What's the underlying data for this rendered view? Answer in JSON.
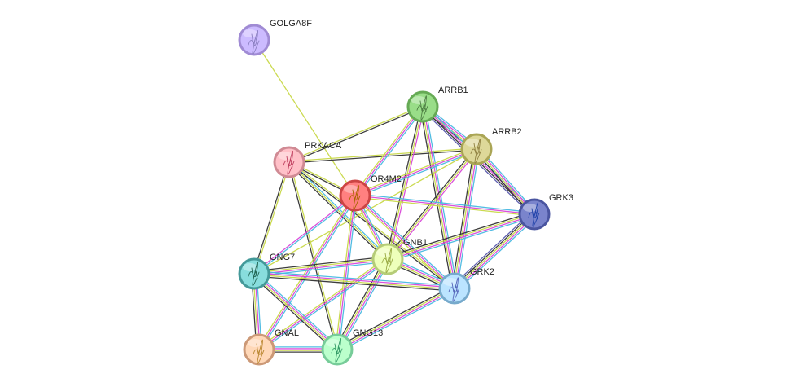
{
  "network": {
    "nodes": [
      {
        "id": "GOLGA8F",
        "label": "GOLGA8F",
        "fill": "#ccbbff",
        "stroke": "#a08bd4",
        "glyph": "#8a7fc0"
      },
      {
        "id": "ARRB1",
        "label": "ARRB1",
        "fill": "#99dd88",
        "stroke": "#66aa55",
        "glyph": "#4e7f44"
      },
      {
        "id": "ARRB2",
        "label": "ARRB2",
        "fill": "#ddd899",
        "stroke": "#aaa555",
        "glyph": "#8f8040"
      },
      {
        "id": "PRKACA",
        "label": "PRKACA",
        "fill": "#ffc0c8",
        "stroke": "#d08a94",
        "glyph": "#c04060"
      },
      {
        "id": "OR4M2",
        "label": "OR4M2",
        "fill": "#ff8080",
        "stroke": "#cc4444",
        "glyph": "#aa6600"
      },
      {
        "id": "GRK3",
        "label": "GRK3",
        "fill": "#7a84cc",
        "stroke": "#4a55a0",
        "glyph": "#2244aa"
      },
      {
        "id": "GNB1",
        "label": "GNB1",
        "fill": "#eeffbb",
        "stroke": "#b5cc77",
        "glyph": "#99aa44"
      },
      {
        "id": "GNG7",
        "label": "GNG7",
        "fill": "#88dddd",
        "stroke": "#449999",
        "glyph": "#226655"
      },
      {
        "id": "GRK2",
        "label": "GRK2",
        "fill": "#bbe4ff",
        "stroke": "#77aacc",
        "glyph": "#5566bb"
      },
      {
        "id": "GNAL",
        "label": "GNAL",
        "fill": "#ffd8b8",
        "stroke": "#cc9977",
        "glyph": "#bb8833"
      },
      {
        "id": "GNG13",
        "label": "GNG13",
        "fill": "#bbffcc",
        "stroke": "#77cc99",
        "glyph": "#339966"
      }
    ],
    "edges": [
      {
        "source": "GOLGA8F",
        "target": "OR4M2",
        "channels": [
          "#c8d848"
        ]
      },
      {
        "source": "PRKACA",
        "target": "ARRB1",
        "channels": [
          "#c8d848",
          "#333333"
        ]
      },
      {
        "source": "PRKACA",
        "target": "ARRB2",
        "channels": [
          "#c8d848",
          "#333333"
        ]
      },
      {
        "source": "PRKACA",
        "target": "OR4M2",
        "channels": [
          "#c8d848",
          "#333333"
        ]
      },
      {
        "source": "PRKACA",
        "target": "GNB1",
        "channels": [
          "#48b8e0",
          "#c8d848",
          "#333333"
        ]
      },
      {
        "source": "PRKACA",
        "target": "GNG7",
        "channels": [
          "#c8d848",
          "#333333"
        ]
      },
      {
        "source": "PRKACA",
        "target": "GNG13",
        "channels": [
          "#c8d848",
          "#333333"
        ]
      },
      {
        "source": "PRKACA",
        "target": "GRK2",
        "channels": [
          "#c8d848",
          "#333333"
        ]
      },
      {
        "source": "ARRB1",
        "target": "ARRB2",
        "channels": [
          "#48b8e0",
          "#d848d8",
          "#c8d848",
          "#333333"
        ]
      },
      {
        "source": "ARRB1",
        "target": "OR4M2",
        "channels": [
          "#48b8e0",
          "#d848d8",
          "#c8d848"
        ]
      },
      {
        "source": "ARRB1",
        "target": "GRK3",
        "channels": [
          "#48b8e0",
          "#d848d8",
          "#333333",
          "#5555aa"
        ]
      },
      {
        "source": "ARRB1",
        "target": "GNB1",
        "channels": [
          "#d848d8",
          "#c8d848",
          "#333333"
        ]
      },
      {
        "source": "ARRB1",
        "target": "GRK2",
        "channels": [
          "#48b8e0",
          "#d848d8",
          "#c8d848",
          "#333333"
        ]
      },
      {
        "source": "ARRB2",
        "target": "OR4M2",
        "channels": [
          "#48b8e0",
          "#d848d8",
          "#c8d848"
        ]
      },
      {
        "source": "ARRB2",
        "target": "GRK3",
        "channels": [
          "#48b8e0",
          "#d848d8",
          "#c8d848",
          "#333333"
        ]
      },
      {
        "source": "ARRB2",
        "target": "GNB1",
        "channels": [
          "#d848d8",
          "#c8d848",
          "#333333"
        ]
      },
      {
        "source": "ARRB2",
        "target": "GRK2",
        "channels": [
          "#48b8e0",
          "#d848d8",
          "#c8d848",
          "#333333"
        ]
      },
      {
        "source": "ARRB2",
        "target": "GNG7",
        "channels": [
          "#c8d848"
        ]
      },
      {
        "source": "OR4M2",
        "target": "GRK3",
        "channels": [
          "#48b8e0",
          "#d848d8",
          "#c8d848"
        ]
      },
      {
        "source": "OR4M2",
        "target": "GNB1",
        "channels": [
          "#48b8e0",
          "#d848d8",
          "#c8d848"
        ]
      },
      {
        "source": "OR4M2",
        "target": "GRK2",
        "channels": [
          "#48b8e0",
          "#d848d8",
          "#c8d848"
        ]
      },
      {
        "source": "OR4M2",
        "target": "GNG7",
        "channels": [
          "#48b8e0",
          "#d848d8"
        ]
      },
      {
        "source": "OR4M2",
        "target": "GNAL",
        "channels": [
          "#48b8e0",
          "#d848d8",
          "#c8d848"
        ]
      },
      {
        "source": "OR4M2",
        "target": "GNG13",
        "channels": [
          "#48b8e0",
          "#d848d8",
          "#c8d848"
        ]
      },
      {
        "source": "GRK3",
        "target": "GNB1",
        "channels": [
          "#48b8e0",
          "#d848d8",
          "#c8d848",
          "#333333"
        ]
      },
      {
        "source": "GRK3",
        "target": "GRK2",
        "channels": [
          "#48b8e0",
          "#d848d8",
          "#c8d848",
          "#333333",
          "#5555aa"
        ]
      },
      {
        "source": "GNB1",
        "target": "GNG7",
        "channels": [
          "#48b8e0",
          "#d848d8",
          "#c8d848",
          "#333333"
        ]
      },
      {
        "source": "GNB1",
        "target": "GRK2",
        "channels": [
          "#48b8e0",
          "#d848d8",
          "#c8d848",
          "#333333"
        ]
      },
      {
        "source": "GNB1",
        "target": "GNAL",
        "channels": [
          "#48b8e0",
          "#d848d8",
          "#c8d848"
        ]
      },
      {
        "source": "GNB1",
        "target": "GNG13",
        "channels": [
          "#48b8e0",
          "#d848d8",
          "#c8d848",
          "#333333"
        ]
      },
      {
        "source": "GNG7",
        "target": "GRK2",
        "channels": [
          "#48b8e0",
          "#d848d8",
          "#c8d848",
          "#333333"
        ]
      },
      {
        "source": "GNG7",
        "target": "GNAL",
        "channels": [
          "#48b8e0",
          "#d848d8",
          "#c8d848",
          "#333333"
        ]
      },
      {
        "source": "GNG7",
        "target": "GNG13",
        "channels": [
          "#48b8e0",
          "#d848d8",
          "#c8d848",
          "#333333"
        ]
      },
      {
        "source": "GRK2",
        "target": "GNG13",
        "channels": [
          "#48b8e0",
          "#d848d8",
          "#c8d848",
          "#333333"
        ]
      },
      {
        "source": "GNAL",
        "target": "GNG13",
        "channels": [
          "#48b8e0",
          "#d848d8",
          "#c8d848",
          "#333333"
        ]
      }
    ]
  }
}
